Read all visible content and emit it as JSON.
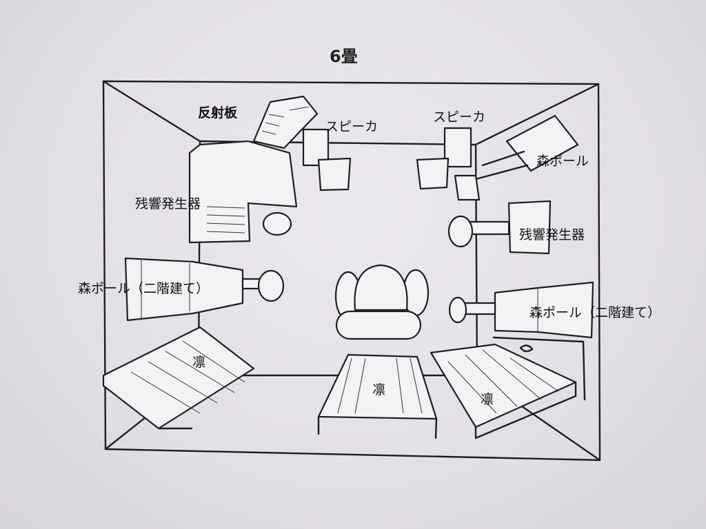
{
  "title": "6畳",
  "labels": {
    "reflector": "反射板",
    "speaker_left": "スピーカ",
    "speaker_right": "スピーカ",
    "mori_pole_right_top": "森ポール",
    "reverb_left": "残響発生器",
    "reverb_right": "残響発生器",
    "mori_pole_2f_left": "森ポール（二階建て）",
    "mori_pole_2f_right": "森ポール（二階建て）",
    "rin_left": "凛",
    "rin_center": "凛",
    "rin_right": "凛"
  }
}
